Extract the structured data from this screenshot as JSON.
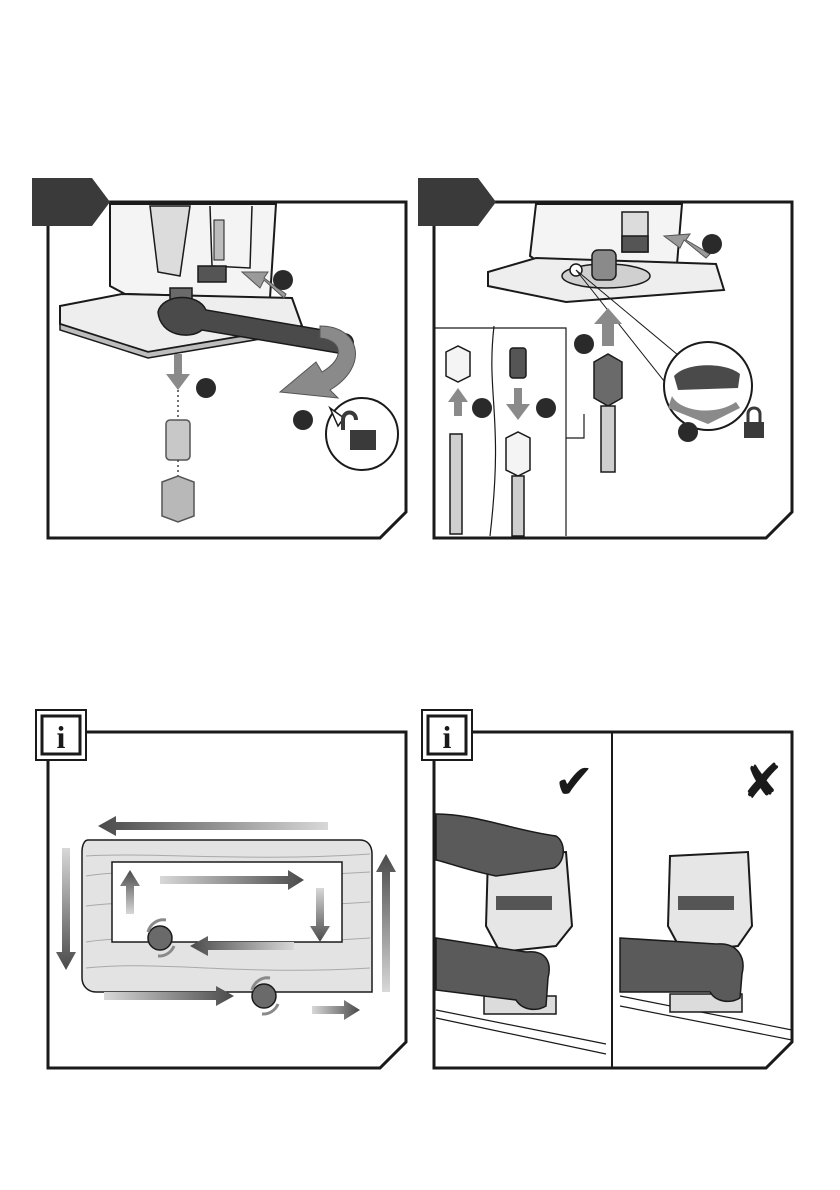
{
  "panels": [
    {
      "id": "fig-a",
      "kind": "step",
      "tab": "",
      "callouts": [
        "",
        "",
        ""
      ]
    },
    {
      "id": "fig-b",
      "kind": "step",
      "tab": "",
      "callouts": [
        "",
        "",
        "",
        "",
        ""
      ]
    },
    {
      "id": "fig-c",
      "kind": "info",
      "icon_letter": "i"
    },
    {
      "id": "fig-d",
      "kind": "info",
      "icon_letter": "i",
      "marks": [
        "✔",
        "✘"
      ]
    }
  ],
  "colors": {
    "ink": "#1a1a1a",
    "tab": "#3a3a3a",
    "gray": "#8c8c8c",
    "light": "#cfcfcf",
    "wood": "#e3e3e3"
  }
}
